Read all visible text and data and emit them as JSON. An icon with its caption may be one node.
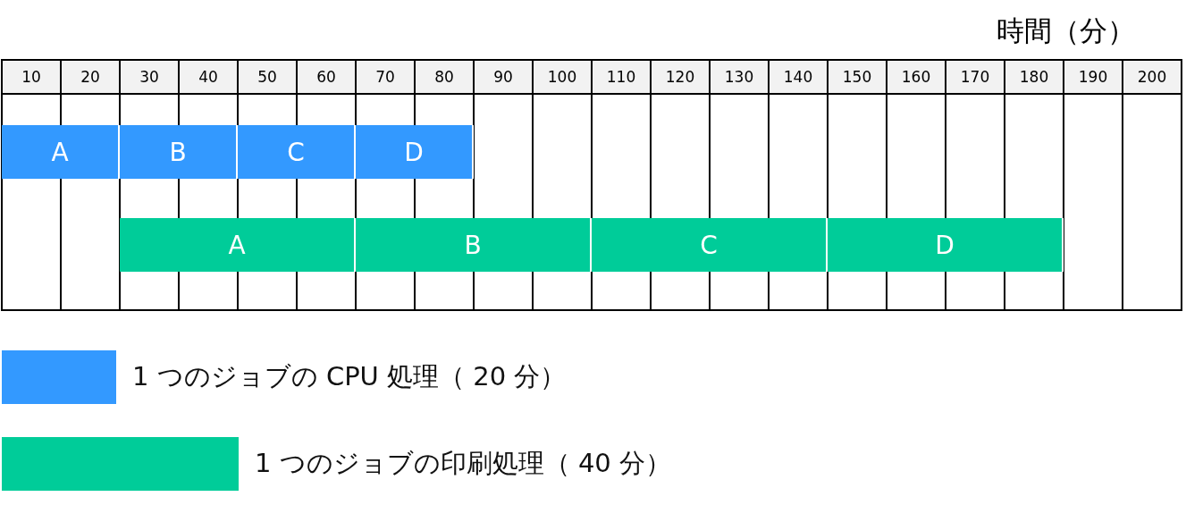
{
  "diagram": {
    "nodes": [
      {
        "text": [
          "A"
        ]
      },
      {
        "text": [
          "B"
        ]
      },
      {
        "text": [
          "C"
        ]
      },
      {
        "text": [
          "D"
        ]
      },
      {
        "text": [
          "A"
        ]
      },
      {
        "text": [
          "B"
        ]
      },
      {
        "text": [
          "C"
        ]
      },
      {
        "text": [
          "D"
        ]
      }
    ],
    "labels": [
      "時間（分）",
      "10",
      "20",
      "30",
      "40",
      "50",
      "60",
      "70",
      "80",
      "90",
      "100",
      "110",
      "120",
      "130",
      "140",
      "150",
      "160",
      "170",
      "180",
      "190",
      "200"
    ],
    "legend": [
      {
        "text": "1 つのジョブの CPU 処理（ 20 分）",
        "color": "#3399ff"
      },
      {
        "text": "1 つのジョブの印刷処理（ 40 分）",
        "color": "#00cc99"
      }
    ]
  }
}
